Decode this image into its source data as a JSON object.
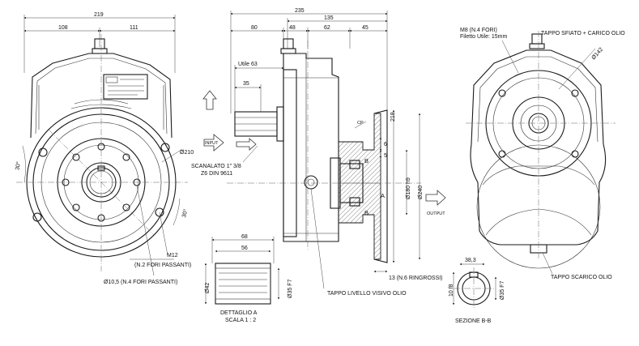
{
  "dimensions": {
    "front_width": "219",
    "front_left": "108",
    "front_right": "111",
    "side_total": "235",
    "side_135": "135",
    "side_80": "80",
    "side_48": "48",
    "side_62": "62",
    "side_45": "45",
    "utile": "Utile 63",
    "shaft_35": "35",
    "height_218": "218",
    "dim_6": "6",
    "dim_5": "5",
    "dia_180": "Ø180 h9",
    "dia_240": "Ø240",
    "dia_210": "Ø210",
    "angle_30_a": "30°",
    "angle_30_b": "30°",
    "detail_68": "68",
    "detail_56": "56",
    "detail_42": "Ø42",
    "detail_35": "Ø35 F7",
    "section_38": "38,3",
    "section_10": "10 f8",
    "section_35": "Ø35 F7",
    "rear_dia": "Ø142",
    "ringrossi": "13 (N.6 RINGROSSI)"
  },
  "labels": {
    "m12": "M12",
    "fori2": "(N.2 FORI PASSANTI)",
    "fori4": "Ø10,5 (N.4 FORI PASSANTI)",
    "scanalato1": "SCANALATO 1\" 3/8",
    "scanalato2": "Z6 DIN 9611",
    "input": "INPUT",
    "output": "OUTPUT",
    "tappo_livello": "TAPPO LIVELLO VISIVO OLIO",
    "dettaglio1": "DETTAGLIO A",
    "dettaglio2": "SCALA 1 : 2",
    "m8_1": "M8 (N.4 FORI)",
    "m8_2": "Filetto Utile: 15mm",
    "tappo_sfiato": "TAPPO SFIATO + CARICO OLIO",
    "tappo_scarico": "TAPPO SCARICO OLIO",
    "sezione": "SEZIONE B-B",
    "mark_a": "A",
    "mark_b1": "B",
    "mark_b2": "B",
    "mark_cp": "CP"
  }
}
